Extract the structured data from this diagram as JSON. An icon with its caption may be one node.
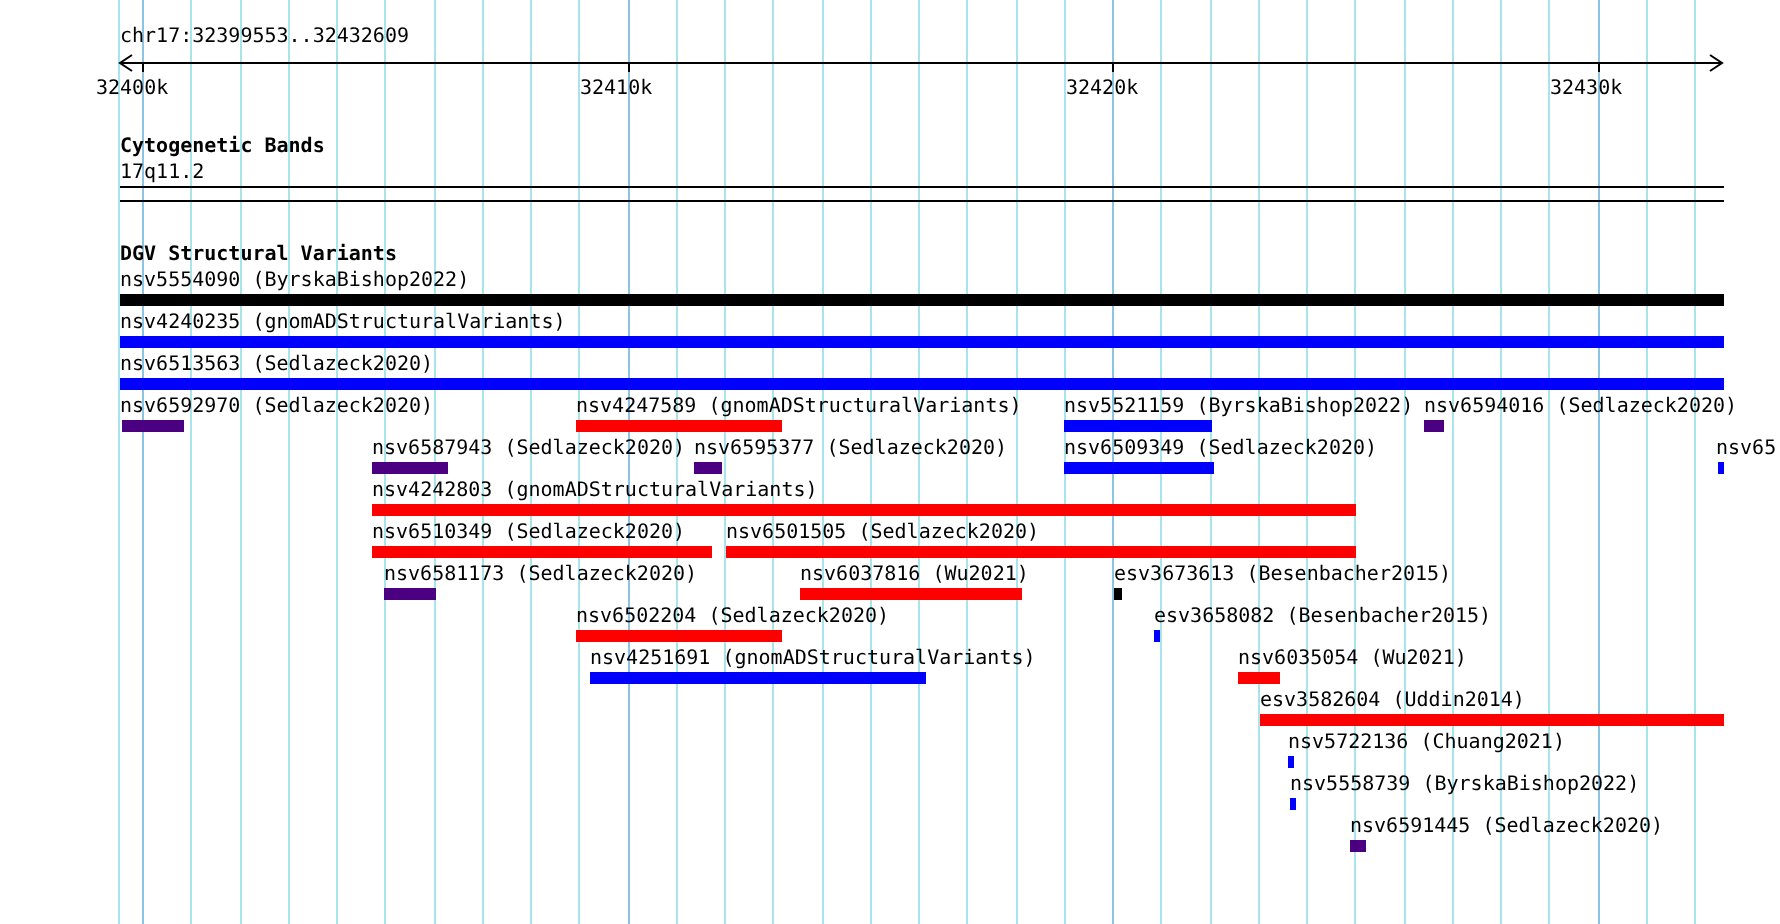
{
  "diagram": {
    "title": "chr17:32399553..32432609",
    "nodes": [
      {
        "text": [
          "nsv5554090 (ByrskaBishop2022)"
        ]
      },
      {
        "text": [
          "nsv4240235 (gnomADStructuralVariants)"
        ]
      },
      {
        "text": [
          "nsv6513563 (Sedlazeck2020)"
        ]
      },
      {
        "text": [
          "nsv6592970 (Sedlazeck2020)"
        ]
      },
      {
        "text": [
          "nsv4247589 (gnomADStructuralVariants)"
        ]
      },
      {
        "text": [
          "nsv5521159 (ByrskaBishop2022)"
        ]
      },
      {
        "text": [
          "nsv6594016 (Sedlazeck2020)"
        ]
      },
      {
        "text": [
          "nsv6587943 (Sedlazeck2020)"
        ]
      },
      {
        "text": [
          "nsv6595377 (Sedlazeck2020)"
        ]
      },
      {
        "text": [
          "nsv6509349 (Sedlazeck2020)"
        ]
      },
      {
        "text": [
          "nsv65"
        ]
      },
      {
        "text": [
          "nsv4242803 (gnomADStructuralVariants)"
        ]
      },
      {
        "text": [
          "nsv6510349 (Sedlazeck2020)"
        ]
      },
      {
        "text": [
          "nsv6501505 (Sedlazeck2020)"
        ]
      },
      {
        "text": [
          "nsv6581173 (Sedlazeck2020)"
        ]
      },
      {
        "text": [
          "nsv6037816 (Wu2021)"
        ]
      },
      {
        "text": [
          "esv3673613 (Besenbacher2015)"
        ]
      },
      {
        "text": [
          "nsv6502204 (Sedlazeck2020)"
        ]
      },
      {
        "text": [
          "esv3658082 (Besenbacher2015)"
        ]
      },
      {
        "text": [
          "nsv4251691 (gnomADStructuralVariants)"
        ]
      },
      {
        "text": [
          "nsv6035054 (Wu2021)"
        ]
      },
      {
        "text": [
          "esv3582604 (Uddin2014)"
        ]
      },
      {
        "text": [
          "nsv5722136 (Chuang2021)"
        ]
      },
      {
        "text": [
          "nsv5558739 (ByrskaBishop2022)"
        ]
      },
      {
        "text": [
          "nsv6591445 (Sedlazeck2020)"
        ]
      }
    ],
    "labels": [
      "32400k",
      "32410k",
      "32420k",
      "32430k",
      "Cytogenetic Bands",
      "17q11.2",
      "DGV Structural Variants"
    ]
  }
}
